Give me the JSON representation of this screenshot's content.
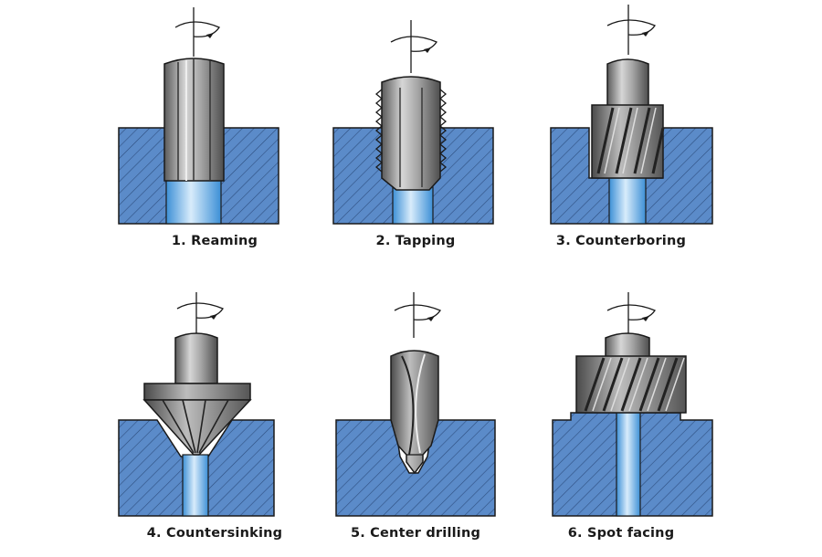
{
  "operations": [
    {
      "label": "1. Reaming",
      "tool_icon": "reamer-icon"
    },
    {
      "label": "2. Tapping",
      "tool_icon": "tap-icon"
    },
    {
      "label": "3. Counterboring",
      "tool_icon": "counterbore-icon"
    },
    {
      "label": "4. Countersinking",
      "tool_icon": "countersink-icon"
    },
    {
      "label": "5. Center drilling",
      "tool_icon": "center-drill-icon"
    },
    {
      "label": "6. Spot facing",
      "tool_icon": "spot-facer-icon"
    }
  ],
  "colors": {
    "workpiece": "#5b8bc9",
    "hole": "#a9d4f2",
    "tool": "#8c8c8c",
    "tool_dark": "#4a4a4a",
    "outline": "#1a1a1a"
  }
}
